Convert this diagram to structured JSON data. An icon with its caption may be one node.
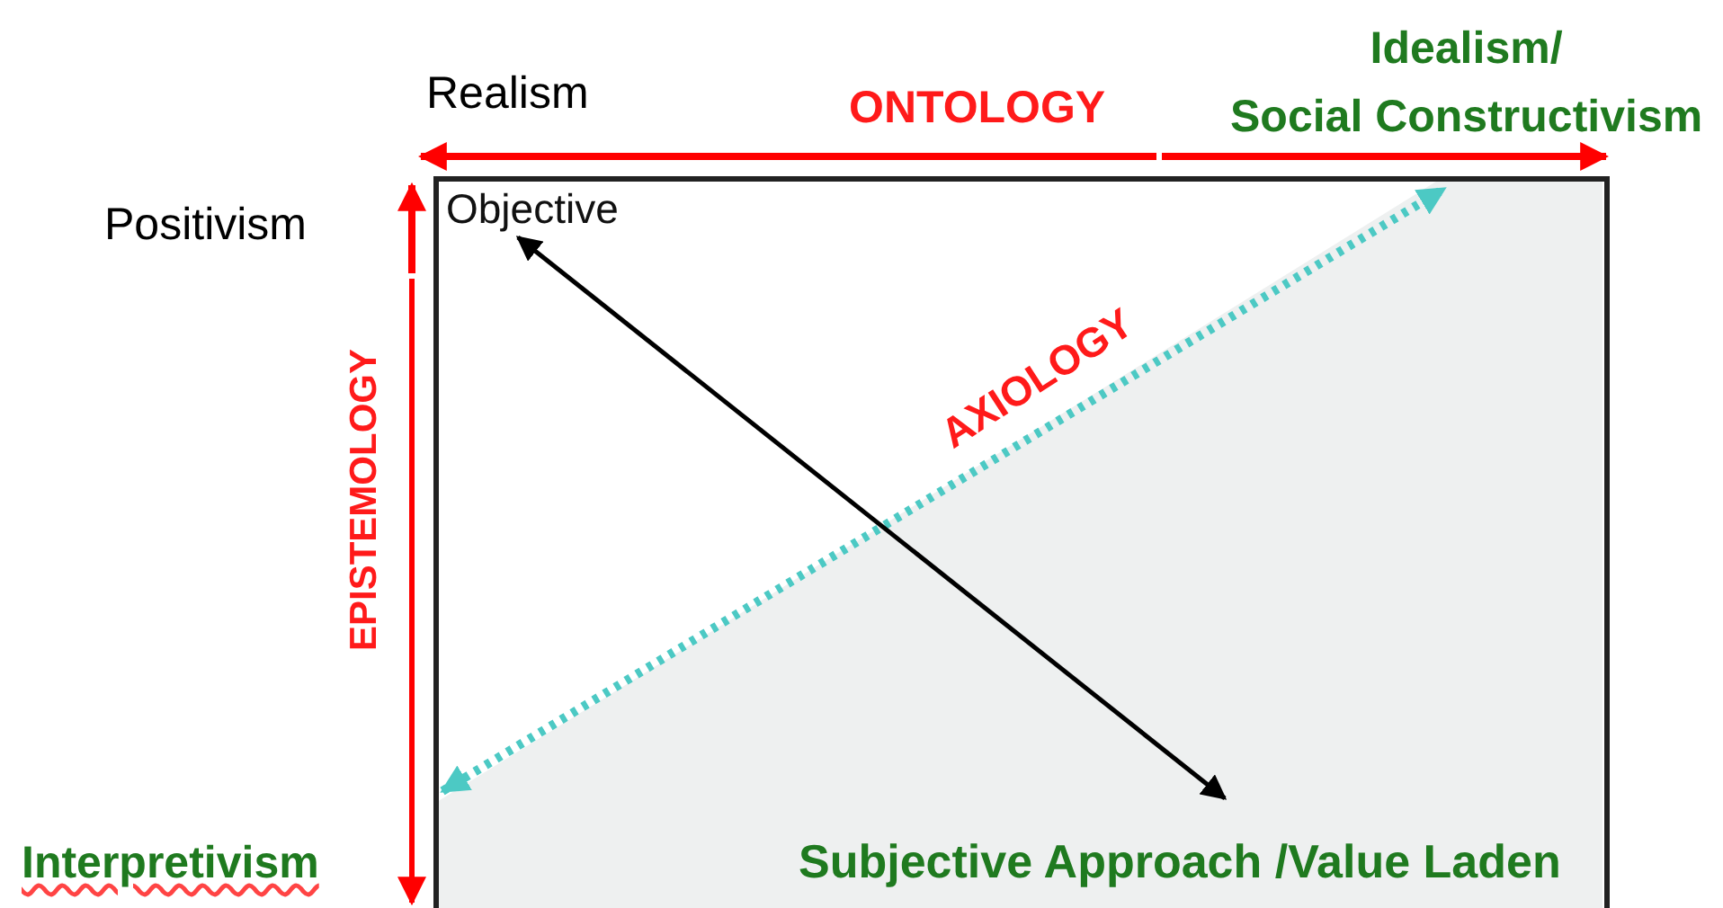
{
  "diagram": {
    "nodes": [
      {
        "text": [],
        "shape": "box"
      },
      {
        "text": [
          "Objective"
        ],
        "in": 0
      },
      {
        "text": [
          "Subjective Approach /Value Laden"
        ],
        "in": 0
      }
    ],
    "edges": [
      {
        "from": 1,
        "to": 2,
        "arrow": "both"
      }
    ],
    "labels": [
      "Realism",
      "ONTOLOGY",
      "Idealism/ Social Constructivism",
      "Positivism",
      "EPISTEMOLOGY",
      "AXIOLOGY",
      "Interpretivism"
    ]
  }
}
